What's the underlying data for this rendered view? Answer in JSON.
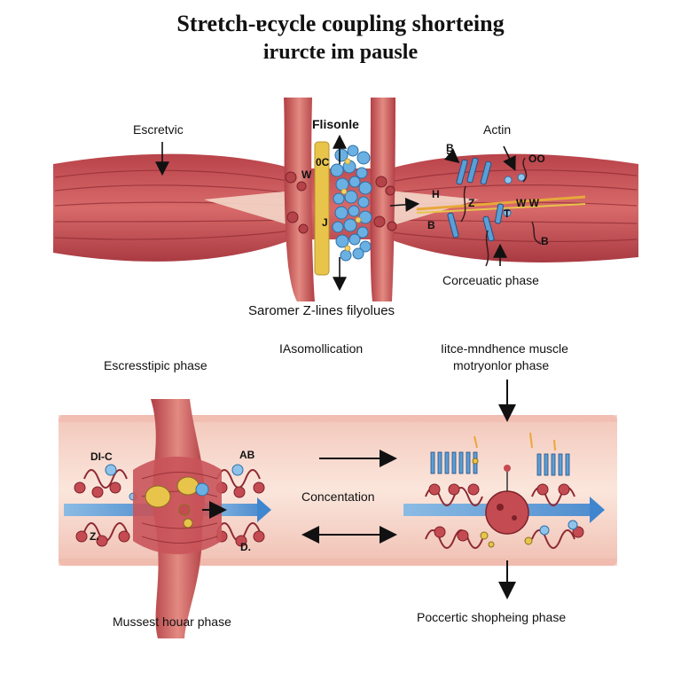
{
  "title": {
    "line1": "Stretch-ɐcycle coupling  shorteing",
    "line2": "irurcte im pausle"
  },
  "top_panel": {
    "label_escretvic": "Escretvic",
    "label_flisonle": "Flisonle",
    "label_actin": "Actin",
    "label_b1": "B",
    "label_oo": "OO",
    "label_h": "H",
    "label_z": "Z",
    "label_t": "T",
    "label_b2": "B",
    "label_wy": "W W",
    "label_b3": "B",
    "label_w": "W",
    "label_j": "J",
    "label_oc": "0C",
    "label_coreuatic": "Corceuatic phase",
    "label_saromer": "Saromer Z-lines  filyolues"
  },
  "middle_labels": {
    "escrestipic": "Escresstipic phase",
    "iasomollication": "IAsomollication",
    "litce_line1": "Iitce-mndhence muscle",
    "litce_line2": "motryonlor phase"
  },
  "bottom_panel": {
    "label_dic": "DI-C",
    "label_ab": "AB",
    "label_z": "Z.",
    "label_d": "D.",
    "label_concentation": "Concentation",
    "label_mussest": "Mussest houar phase",
    "label_poccertic": "Poccertic shopheing  phase"
  },
  "colors": {
    "muscle": "#c9545a",
    "muscle_dark": "#9e2f36",
    "muscle_light": "#e8a7a0",
    "band_bg": "#f6d4c8",
    "actin_blue": "#5a9fd6",
    "myosin_yellow": "#e8c44a",
    "arrow_blue": "#4a8fd0"
  }
}
